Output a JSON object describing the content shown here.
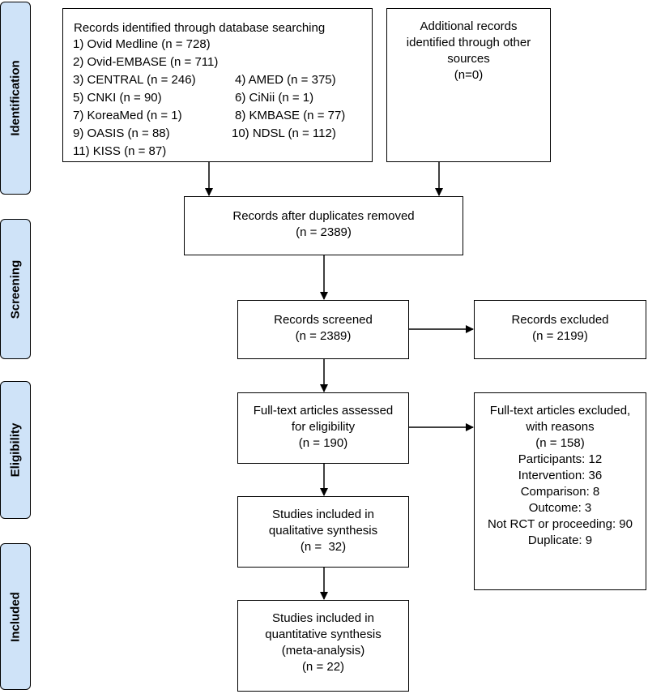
{
  "phases": {
    "identification": "Identification",
    "screening": "Screening",
    "eligibility": "Eligibility",
    "included": "Included"
  },
  "database_search": {
    "title": "Records identified through database searching",
    "sources": [
      "1) Ovid Medline (n = 728)",
      "2) Ovid-EMBASE (n = 711)",
      "3) CENTRAL (n = 246)",
      "4) AMED (n = 375)",
      "5) CNKI (n = 90)",
      "6) CiNii (n = 1)",
      "7) KoreaMed (n = 1)",
      "8) KMBASE (n = 77)",
      "9) OASIS (n = 88)",
      "10) NDSL (n = 112)",
      "11) KISS (n = 87)"
    ]
  },
  "other_sources": {
    "lines": [
      "Additional records",
      "identified through other",
      "sources",
      "(n=0)"
    ]
  },
  "after_duplicates": {
    "lines": [
      "Records after duplicates removed",
      "(n = 2389)"
    ]
  },
  "screened": {
    "lines": [
      "Records screened",
      "(n = 2389)"
    ]
  },
  "excluded": {
    "lines": [
      "Records excluded",
      "(n = 2199)"
    ]
  },
  "fulltext_assessed": {
    "lines": [
      "Full-text articles assessed",
      "for eligibility",
      "(n = 190)"
    ]
  },
  "fulltext_excluded": {
    "lines": [
      "Full-text articles excluded,",
      "with reasons",
      "(n = 158)",
      "Participants: 12",
      "Intervention: 36",
      "Comparison: 8",
      "Outcome: 3",
      "Not RCT or proceeding: 90",
      "Duplicate: 9"
    ]
  },
  "qualitative": {
    "lines": [
      "Studies included in",
      "qualitative synthesis",
      "(n =  32)"
    ]
  },
  "quantitative": {
    "lines": [
      "Studies included in",
      "quantitative synthesis",
      "(meta-analysis)",
      "(n = 22)"
    ]
  }
}
